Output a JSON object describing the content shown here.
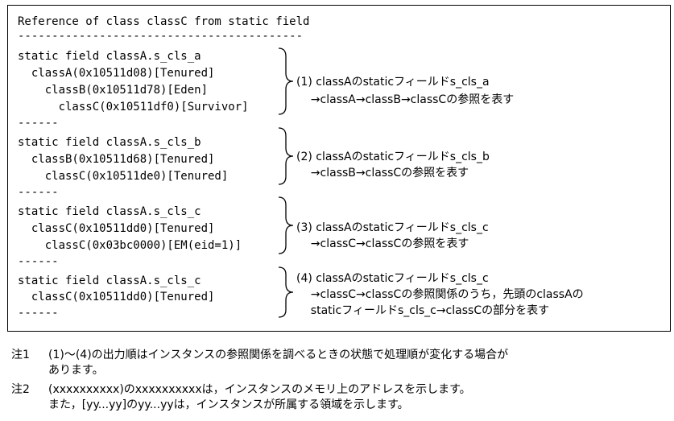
{
  "header": {
    "title": "Reference of class classC from static field",
    "rule": "------------------------------------------"
  },
  "blocks": [
    {
      "lines": [
        "static field classA.s_cls_a",
        "  classA(0x10511d08)[Tenured]",
        "    classB(0x10511d78)[Eden]",
        "      classC(0x10511df0)[Survivor]"
      ],
      "separator": "------",
      "desc": [
        "(1) classAのstaticフィールドs_cls_a",
        "    →classA→classB→classCの参照を表す"
      ]
    },
    {
      "lines": [
        "static field classA.s_cls_b",
        "  classB(0x10511d68)[Tenured]",
        "    classC(0x10511de0)[Tenured]"
      ],
      "separator": "------",
      "desc": [
        "(2) classAのstaticフィールドs_cls_b",
        "    →classB→classCの参照を表す"
      ]
    },
    {
      "lines": [
        "static field classA.s_cls_c",
        "  classC(0x10511dd0)[Tenured]",
        "    classC(0x03bc0000)[EM(eid=1)]"
      ],
      "separator": "------",
      "desc": [
        "(3) classAのstaticフィールドs_cls_c",
        "    →classC→classCの参照を表す"
      ]
    },
    {
      "lines": [
        "static field classA.s_cls_c",
        "  classC(0x10511dd0)[Tenured]"
      ],
      "separator": "------",
      "desc": [
        "(4) classAのstaticフィールドs_cls_c",
        "    →classC→classCの参照関係のうち，先頭のclassAの",
        "    staticフィールドs_cls_c→classCの部分を表す"
      ]
    }
  ],
  "notes": [
    {
      "label": "注1",
      "lines": [
        "(1)～(4)の出力順はインスタンスの参照関係を調べるときの状態で処理順が変化する場合が",
        "あります。"
      ]
    },
    {
      "label": "注2",
      "lines": [
        "(xxxxxxxxxx)のxxxxxxxxxxは，インスタンスのメモリ上のアドレスを示します。",
        "また，[yy...yy]のyy...yyは，インスタンスが所属する領域を示します。"
      ]
    }
  ]
}
